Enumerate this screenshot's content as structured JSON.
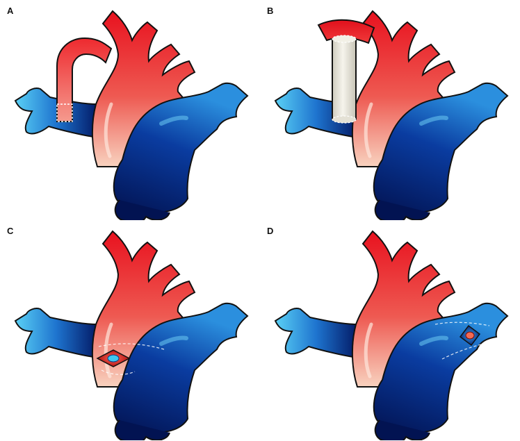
{
  "panels": [
    {
      "label": "A",
      "procedure": "direct-arterial-to-pulmonary-conduit"
    },
    {
      "label": "B",
      "procedure": "synthetic-graft-shunt"
    },
    {
      "label": "C",
      "procedure": "patch-at-aortopulmonary-window"
    },
    {
      "label": "D",
      "procedure": "patch-on-pulmonary-branch"
    }
  ],
  "colors": {
    "aorta_top": "#e8121f",
    "aorta_bottom": "#f6c7b3",
    "pulmonary_dark": "#03175c",
    "pulmonary_light": "#4fc8f3",
    "graft": "#e6e3d8",
    "outline": "#111111"
  }
}
